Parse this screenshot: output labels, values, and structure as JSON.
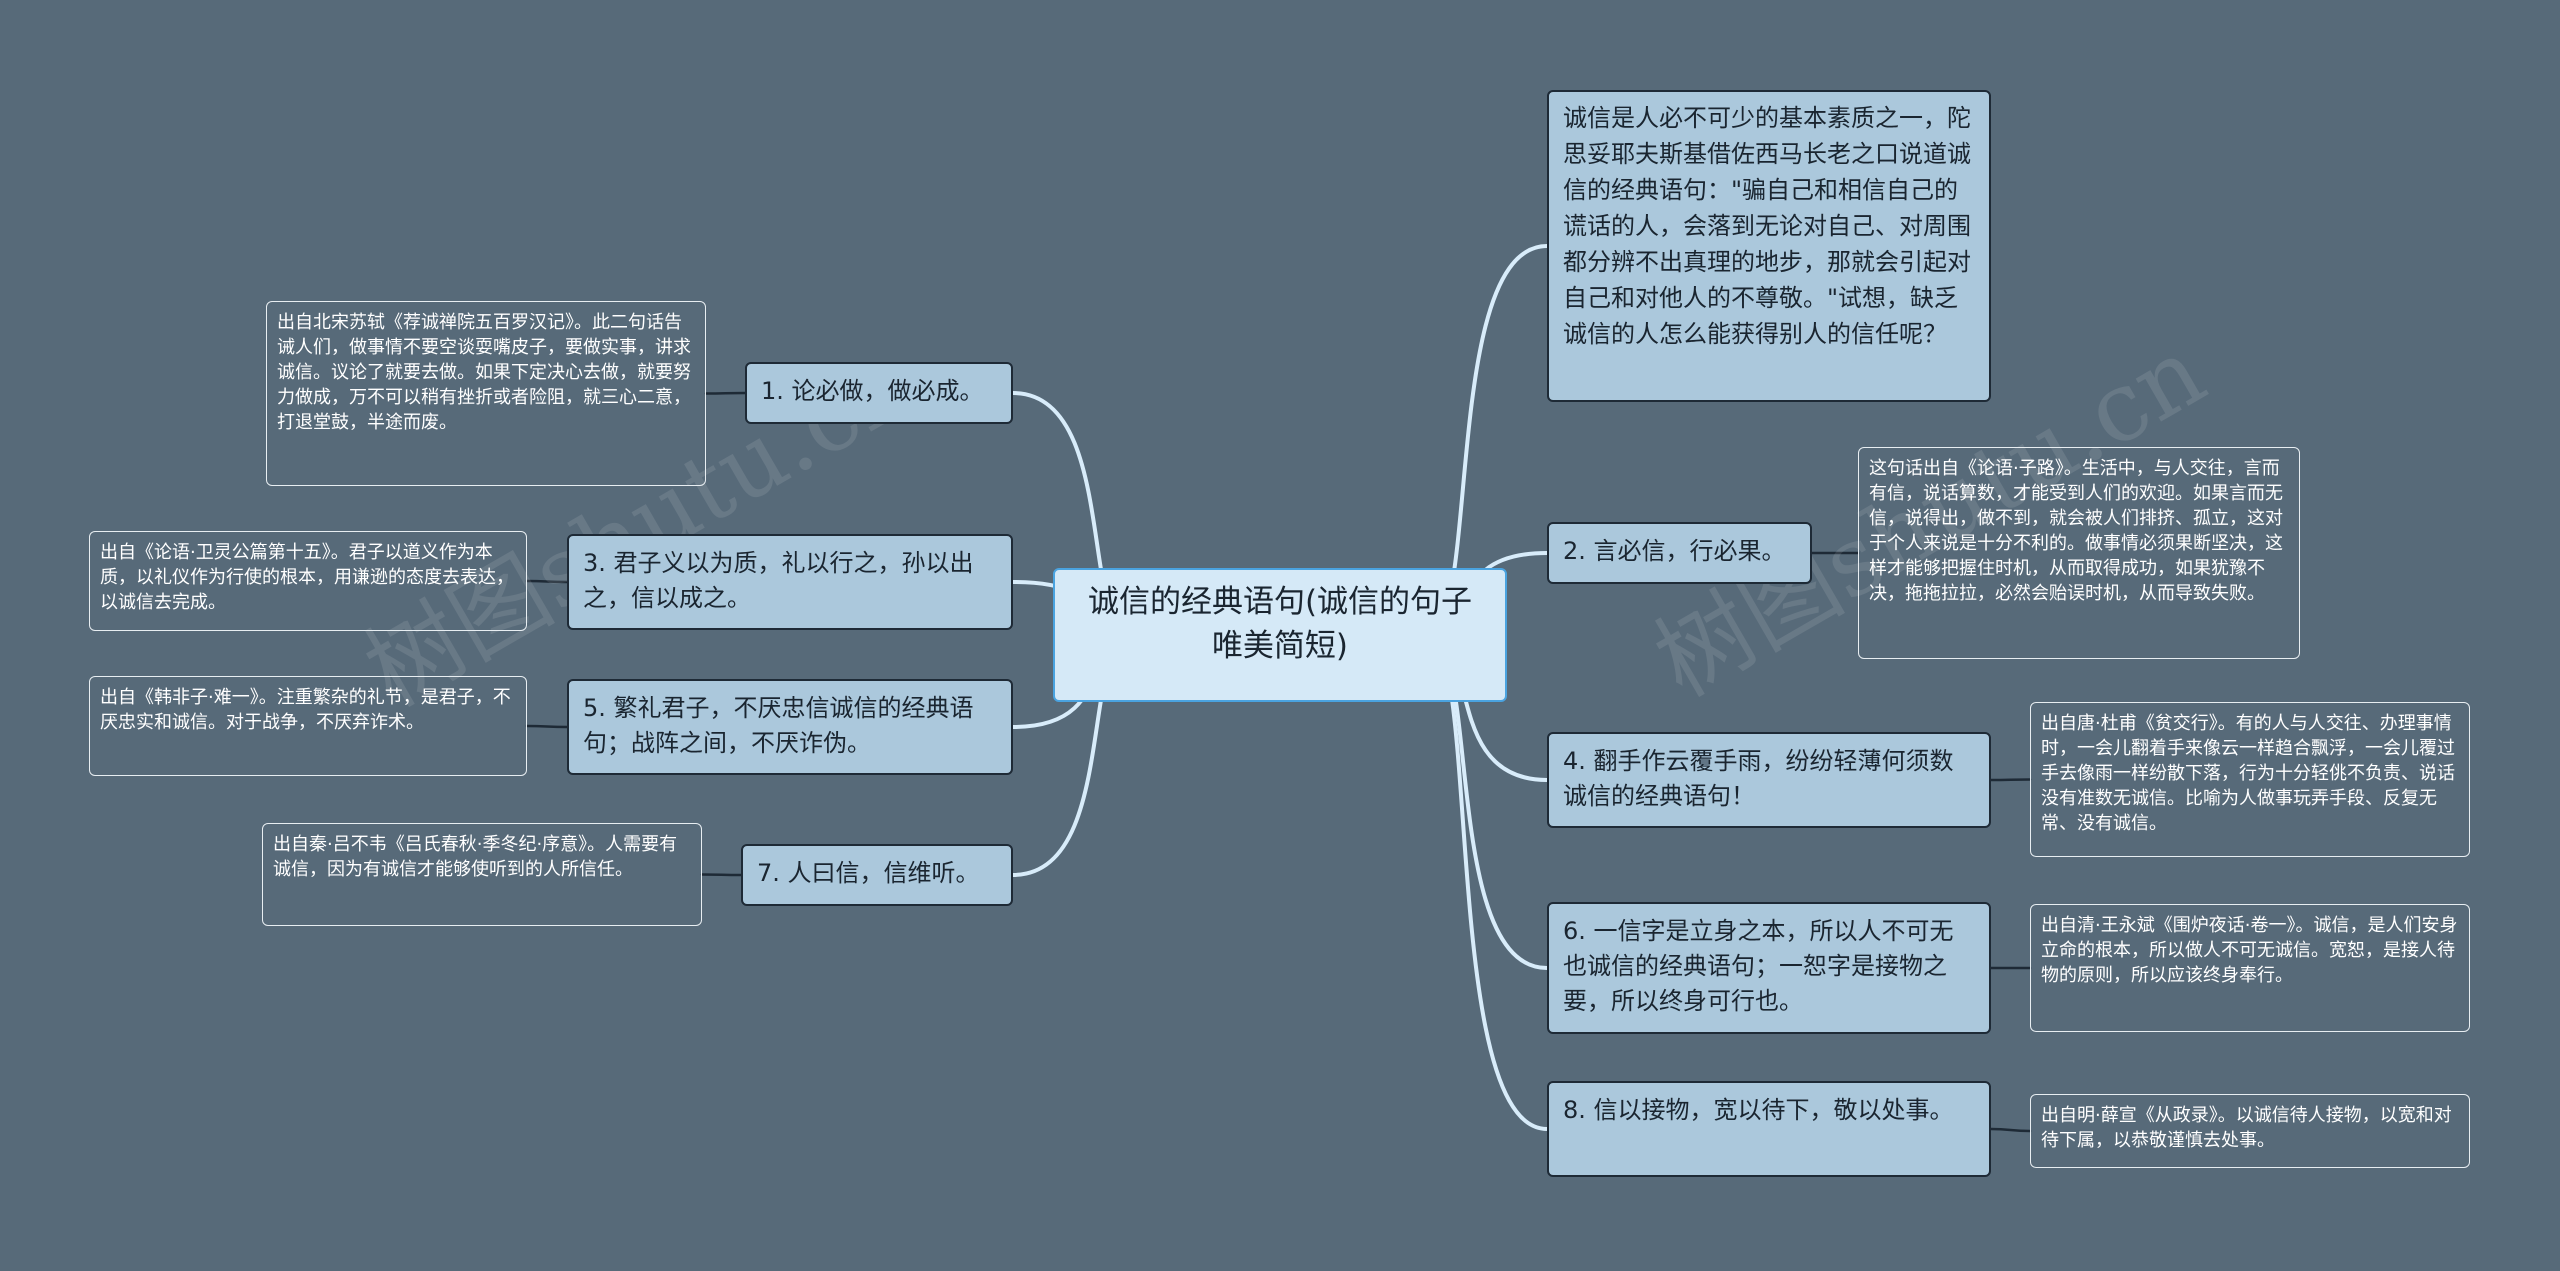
{
  "watermark": "树图shutu.cn",
  "root": {
    "title": "诚信的经典语句(诚信的句子唯美简短)"
  },
  "right_top": {
    "text": "诚信是人必不可少的基本素质之一，陀思妥耶夫斯基借佐西马长老之口说道诚信的经典语句：\"骗自己和相信自己的谎话的人，会落到无论对自己、对周围都分辨不出真理的地步，那就会引起对自己和对他人的不尊敬。\"试想，缺乏诚信的人怎么能获得别人的信任呢？"
  },
  "branches": [
    {
      "id": "b1",
      "title": "1. 论必做，做必成。",
      "note": "出自北宋苏轼《荐诚禅院五百罗汉记》。此二句话告诫人们，做事情不要空谈耍嘴皮子，要做实事，讲求诚信。议论了就要去做。如果下定决心去做，就要努力做成，万不可以稍有挫折或者险阻，就三心二意，打退堂鼓，半途而废。"
    },
    {
      "id": "b2",
      "title": "2. 言必信，行必果。",
      "note": "这句话出自《论语·子路》。生活中，与人交往，言而有信，说话算数，才能受到人们的欢迎。如果言而无信，说得出，做不到，就会被人们排挤、孤立，这对于个人来说是十分不利的。做事情必须果断坚决，这样才能够把握住时机，从而取得成功，如果犹豫不决，拖拖拉拉，必然会贻误时机，从而导致失败。"
    },
    {
      "id": "b3",
      "title": "3. 君子义以为质，礼以行之，孙以出之，信以成之。",
      "note": "出自《论语·卫灵公篇第十五》。君子以道义作为本质，以礼仪作为行使的根本，用谦逊的态度去表达，以诚信去完成。"
    },
    {
      "id": "b4",
      "title": "4. 翻手作云覆手雨，纷纷轻薄何须数诚信的经典语句！",
      "note": "出自唐·杜甫《贫交行》。有的人与人交往、办理事情时，一会儿翻着手来像云一样趋合飘浮，一会儿覆过手去像雨一样纷散下落，行为十分轻佻不负责、说话没有准数无诚信。比喻为人做事玩弄手段、反复无常、没有诚信。"
    },
    {
      "id": "b5",
      "title": "5. 繁礼君子，不厌忠信诚信的经典语句；战阵之间，不厌诈伪。",
      "note": "出自《韩非子·难一》。注重繁杂的礼节，是君子，不厌忠实和诚信。对于战争，不厌弃诈术。"
    },
    {
      "id": "b6",
      "title": "6. 一信字是立身之本，所以人不可无也诚信的经典语句；一恕字是接物之要，所以终身可行也。",
      "note": "出自清·王永斌《围炉夜话·卷一》。诚信，是人们安身立命的根本，所以做人不可无诚信。宽恕，是接人待物的原则，所以应该终身奉行。"
    },
    {
      "id": "b7",
      "title": "7. 人曰信，信维听。",
      "note": "出自秦·吕不韦《吕氏春秋·季冬纪·序意》。人需要有诚信，因为有诚信才能够使听到的人所信任。"
    },
    {
      "id": "b8",
      "title": "8. 信以接物，宽以待下，敬以处事。",
      "note": "出自明·薛宣《从政录》。以诚信待人接物，以宽和对待下属，以恭敬谨慎去处事。"
    }
  ]
}
